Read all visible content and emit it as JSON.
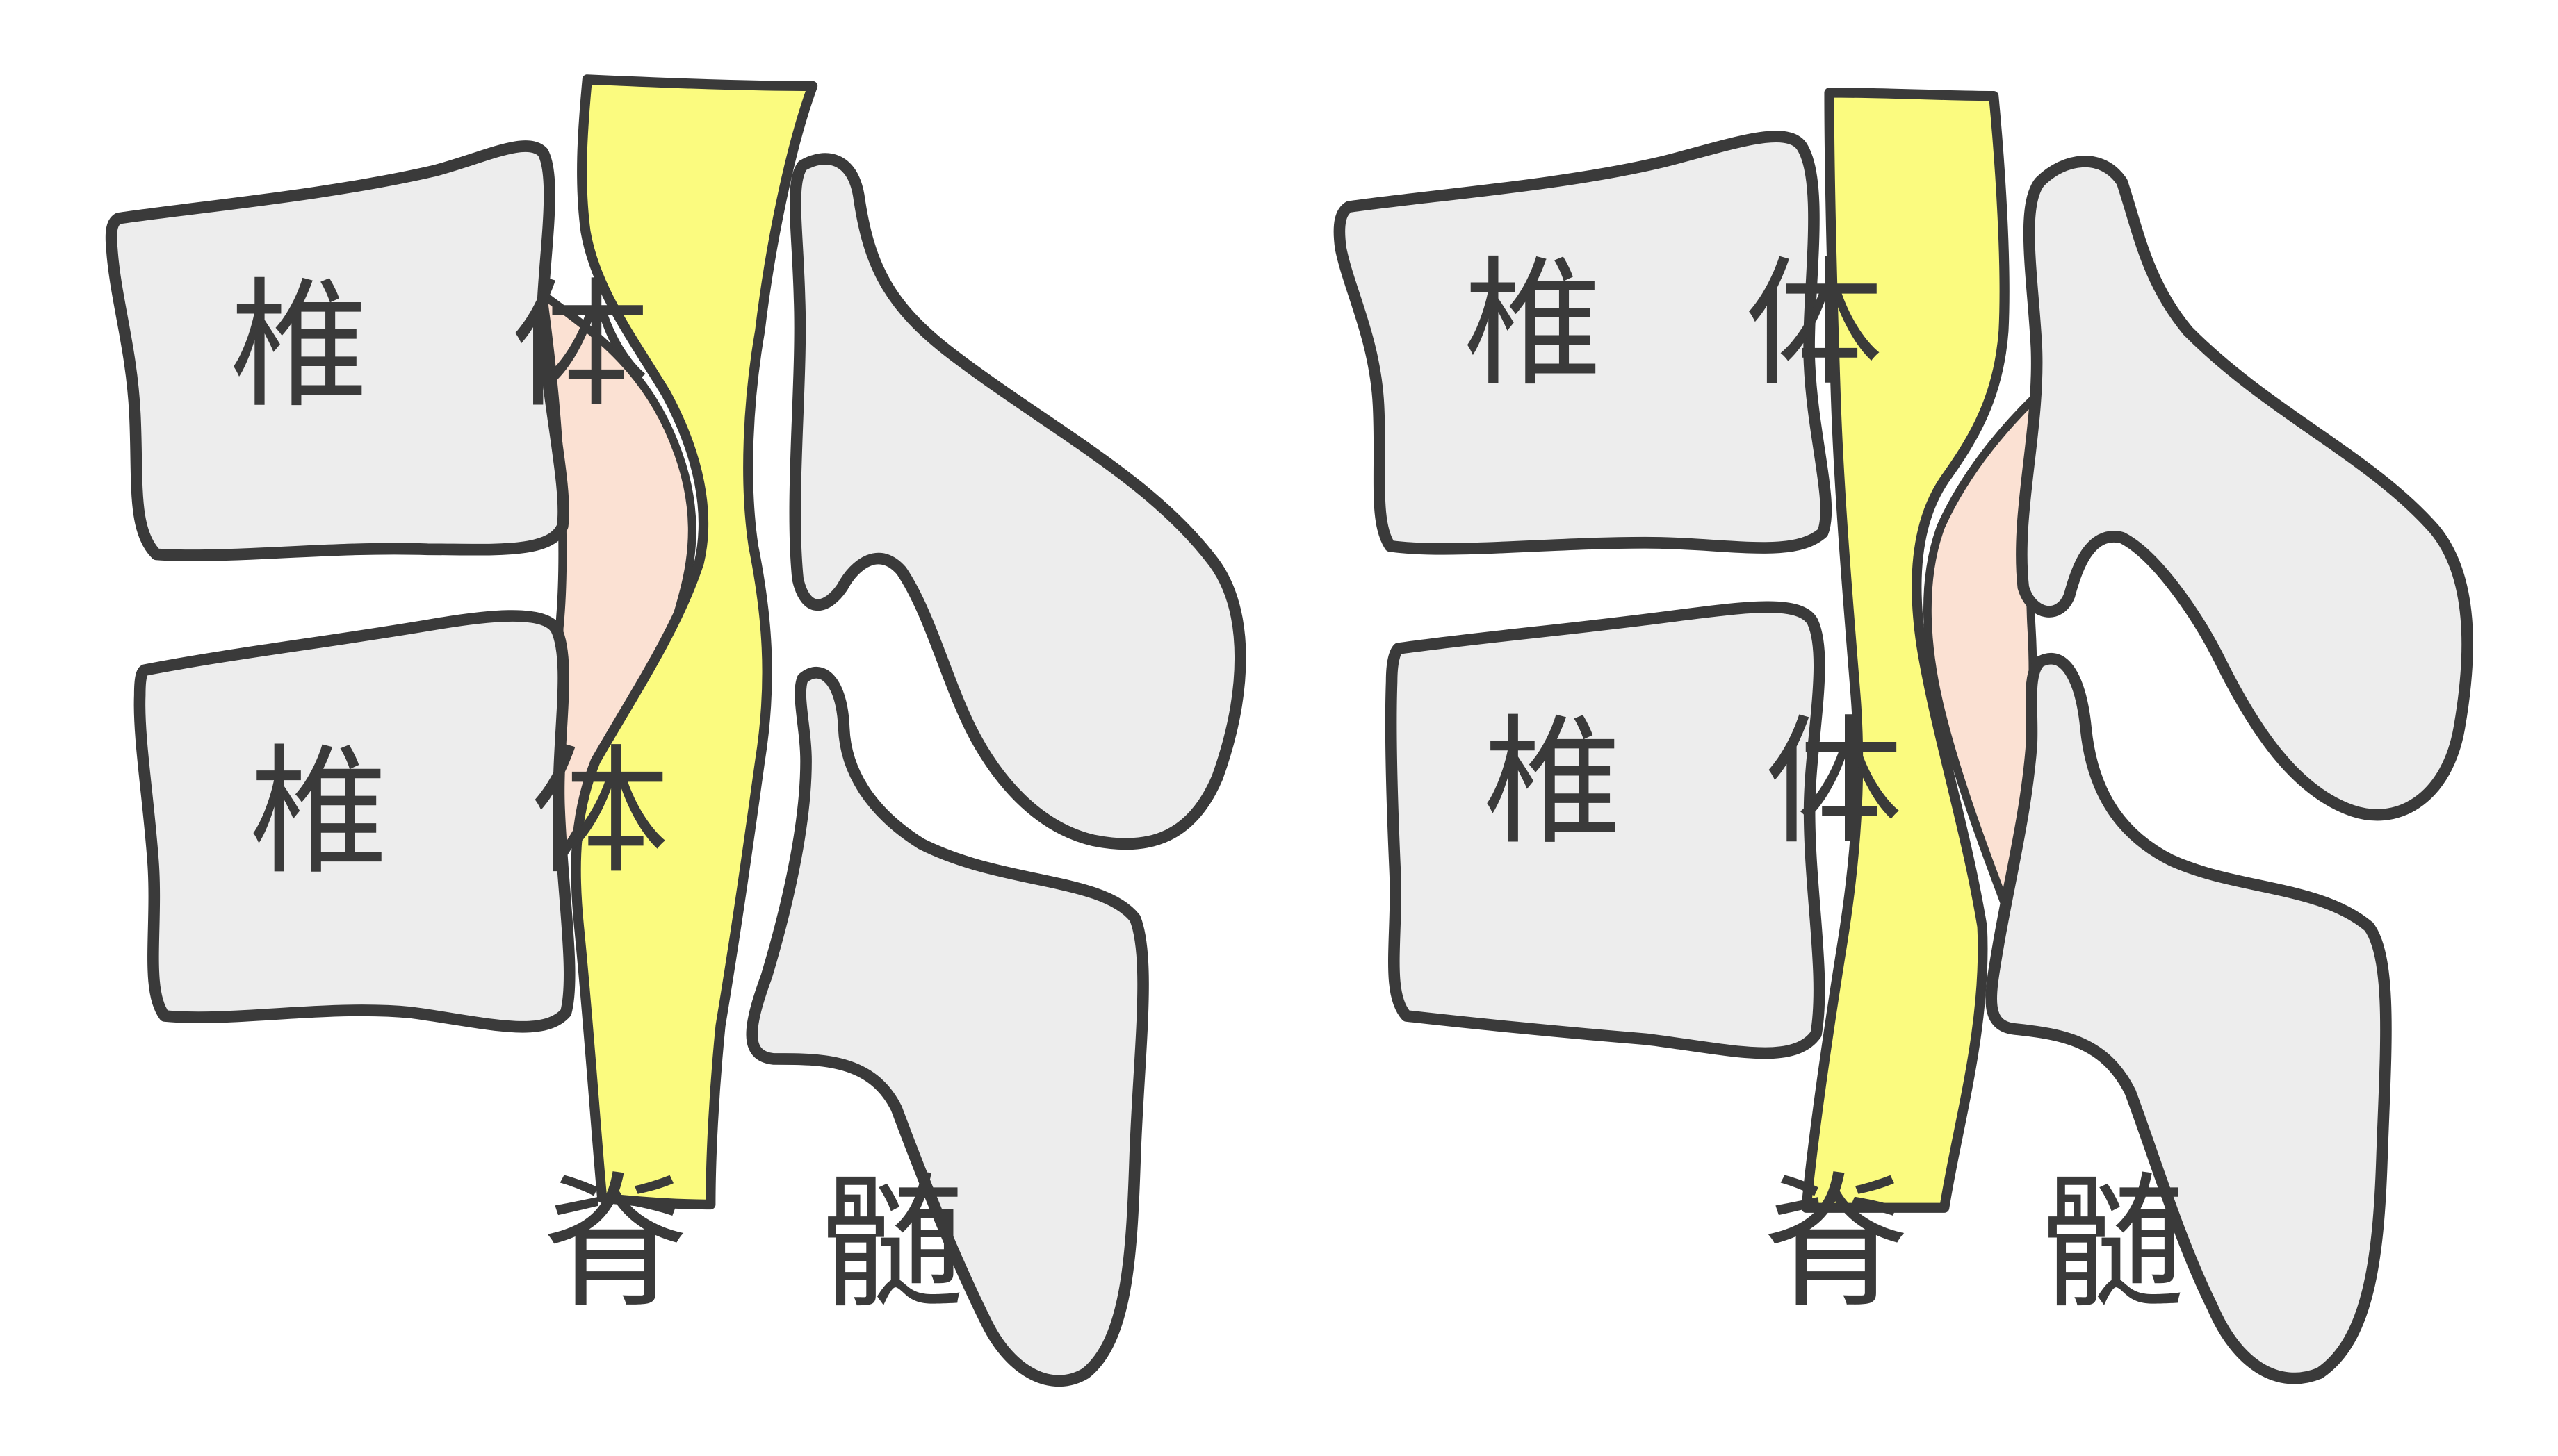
{
  "diagram": {
    "panels": [
      {
        "vertebra_upper_label": "椎 体",
        "vertebra_lower_label": "椎 体",
        "spinal_cord_label": "脊 髄"
      },
      {
        "vertebra_upper_label": "椎 体",
        "vertebra_lower_label": "椎 体",
        "spinal_cord_label": "脊 髄"
      }
    ],
    "colors": {
      "bone": "#ededed",
      "spinal_cord": "#fbfb7f",
      "disc": "#fbe1d3",
      "outline": "#3a3a3a"
    }
  }
}
